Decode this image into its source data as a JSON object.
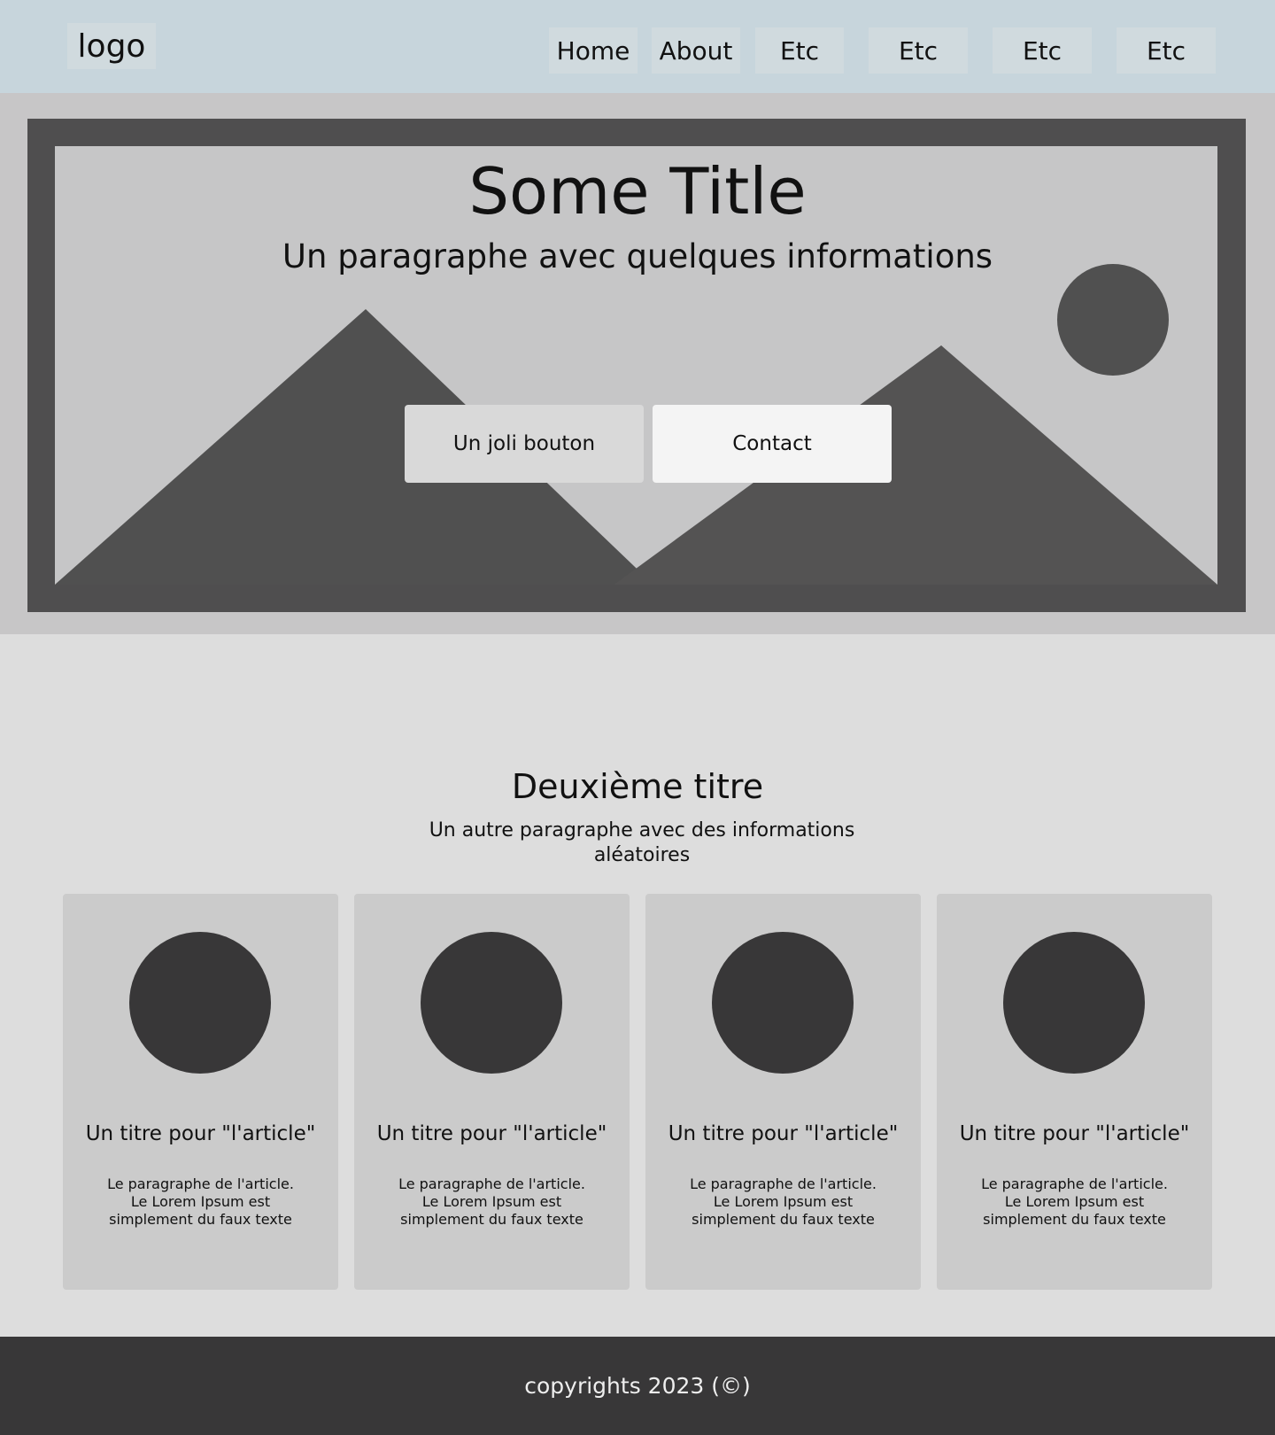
{
  "header": {
    "logo": "logo",
    "nav": [
      "Home",
      "About",
      "Etc",
      "Etc",
      "Etc",
      "Etc"
    ]
  },
  "hero": {
    "title": "Some Title",
    "subtitle": "Un paragraphe avec quelques informations",
    "primary_button": "Un joli bouton",
    "secondary_button": "Contact"
  },
  "section2": {
    "title": "Deuxième titre",
    "text": "Un autre paragraphe avec des informations aléatoires"
  },
  "cards": [
    {
      "title": "Un titre pour \"l'article\"",
      "text": "Le paragraphe de l'article. Le Lorem Ipsum est simplement du faux texte"
    },
    {
      "title": "Un titre pour \"l'article\"",
      "text": "Le paragraphe de l'article. Le Lorem Ipsum est simplement du faux texte"
    },
    {
      "title": "Un titre pour \"l'article\"",
      "text": "Le paragraphe de l'article. Le Lorem Ipsum est simplement du faux texte"
    },
    {
      "title": "Un titre pour \"l'article\"",
      "text": "Le paragraphe de l'article. Le Lorem Ipsum est simplement du faux texte"
    }
  ],
  "footer": {
    "copyright": "copyrights 2023 (©)"
  },
  "colors": {
    "header_bg": "#c7d5dc",
    "hero_frame": "#4f4e4f",
    "card_bg": "#cbcbcb",
    "footer_bg": "#383738"
  }
}
